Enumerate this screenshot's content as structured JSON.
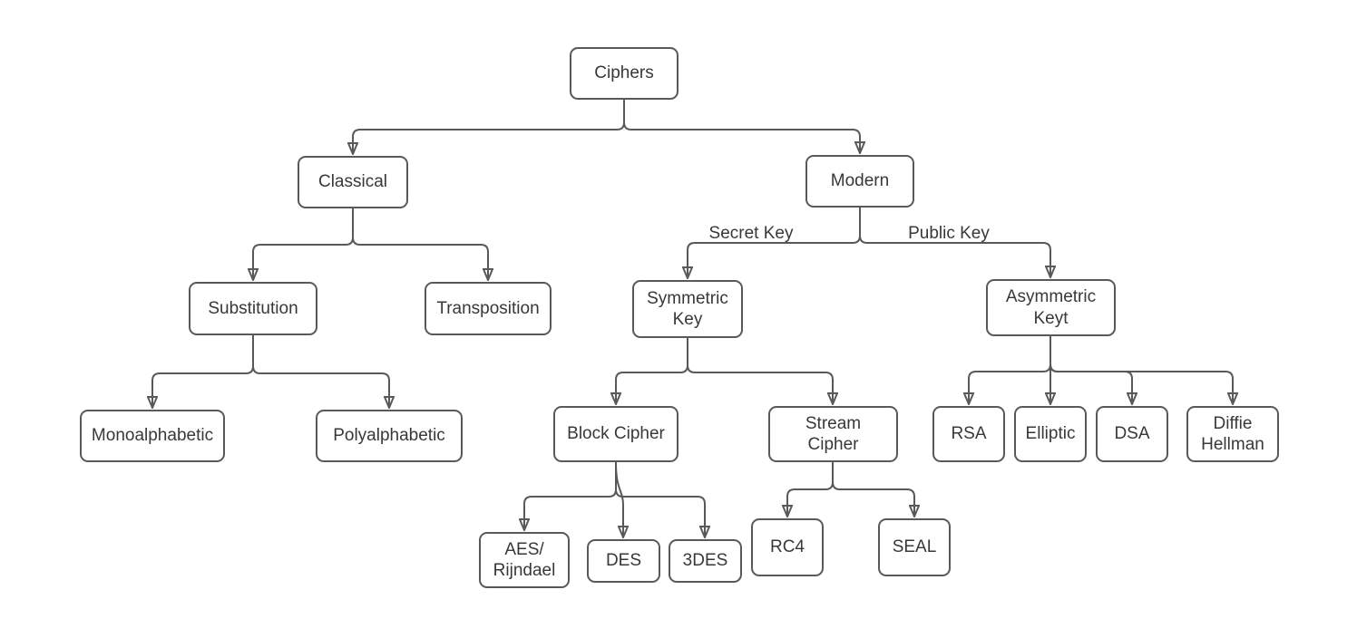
{
  "diagram": {
    "type": "tree-flowchart",
    "root": "Ciphers"
  },
  "colors": {
    "background": "#ffffff",
    "box_fill": "#ffffff",
    "stroke": "#595959",
    "text": "#383838"
  },
  "nodes": {
    "ciphers": {
      "label": "Ciphers"
    },
    "classical": {
      "label": "Classical"
    },
    "modern": {
      "label": "Modern"
    },
    "substitution": {
      "label": "Substitution"
    },
    "transposition": {
      "label": "Transposition"
    },
    "symmetric_key": {
      "label": "Symmetric\nKey"
    },
    "asymmetric_keyt": {
      "label": "Asymmetric\nKeyt"
    },
    "monoalphabetic": {
      "label": "Monoalphabetic"
    },
    "polyalphabetic": {
      "label": "Polyalphabetic"
    },
    "block_cipher": {
      "label": "Block Cipher"
    },
    "stream_cipher": {
      "label": "Stream\nCipher"
    },
    "rsa": {
      "label": "RSA"
    },
    "elliptic": {
      "label": "Elliptic"
    },
    "dsa": {
      "label": "DSA"
    },
    "diffie_hellman": {
      "label": "Diffie\nHellman"
    },
    "aes_rijndael": {
      "label": "AES/\nRijndael"
    },
    "des": {
      "label": "DES"
    },
    "three_des": {
      "label": "3DES"
    },
    "rc4": {
      "label": "RC4"
    },
    "seal": {
      "label": "SEAL"
    }
  },
  "edges": [
    {
      "from": "ciphers",
      "to": "classical",
      "label": ""
    },
    {
      "from": "ciphers",
      "to": "modern",
      "label": ""
    },
    {
      "from": "classical",
      "to": "substitution",
      "label": ""
    },
    {
      "from": "classical",
      "to": "transposition",
      "label": ""
    },
    {
      "from": "modern",
      "to": "symmetric_key",
      "label": "Secret Key"
    },
    {
      "from": "modern",
      "to": "asymmetric_keyt",
      "label": "Public Key"
    },
    {
      "from": "substitution",
      "to": "monoalphabetic",
      "label": ""
    },
    {
      "from": "substitution",
      "to": "polyalphabetic",
      "label": ""
    },
    {
      "from": "symmetric_key",
      "to": "block_cipher",
      "label": ""
    },
    {
      "from": "symmetric_key",
      "to": "stream_cipher",
      "label": ""
    },
    {
      "from": "asymmetric_keyt",
      "to": "rsa",
      "label": ""
    },
    {
      "from": "asymmetric_keyt",
      "to": "elliptic",
      "label": ""
    },
    {
      "from": "asymmetric_keyt",
      "to": "dsa",
      "label": ""
    },
    {
      "from": "asymmetric_keyt",
      "to": "diffie_hellman",
      "label": ""
    },
    {
      "from": "block_cipher",
      "to": "aes_rijndael",
      "label": ""
    },
    {
      "from": "block_cipher",
      "to": "des",
      "label": ""
    },
    {
      "from": "block_cipher",
      "to": "three_des",
      "label": ""
    },
    {
      "from": "stream_cipher",
      "to": "rc4",
      "label": ""
    },
    {
      "from": "stream_cipher",
      "to": "seal",
      "label": ""
    }
  ]
}
